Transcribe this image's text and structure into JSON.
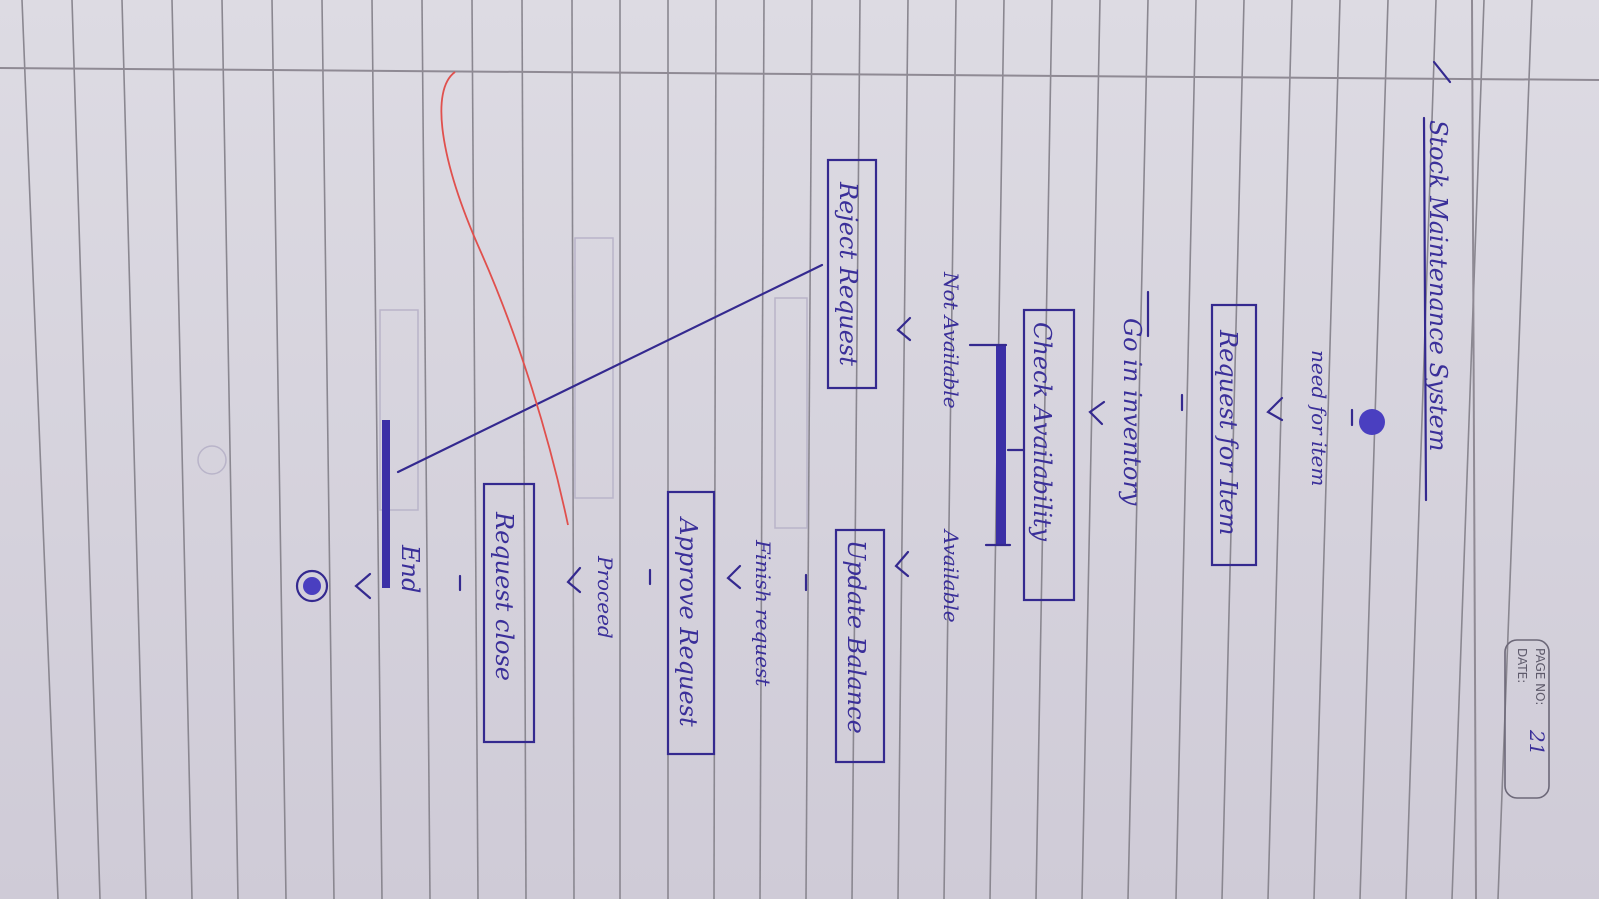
{
  "page_header": {
    "page_no_label": "PAGE NO:",
    "page_no_value": "21",
    "date_label": "DATE:"
  },
  "title": "Stock Maintenance System",
  "nodes": {
    "start": "",
    "need": "need for item",
    "request_item": "Request for Item",
    "go_inventory": "Go in inventory",
    "check": "Check Availability",
    "available": "Available",
    "not_available": "Not Available",
    "update": "Update Balance",
    "finish": "Finish request",
    "approve": "Approve Request",
    "proceed": "Proceed",
    "reject": "Reject Request",
    "close": "Request close",
    "end_label": "End"
  },
  "colors": {
    "ink": "#34298f",
    "correction": "#e0504d",
    "paper": "#dddbe3"
  }
}
